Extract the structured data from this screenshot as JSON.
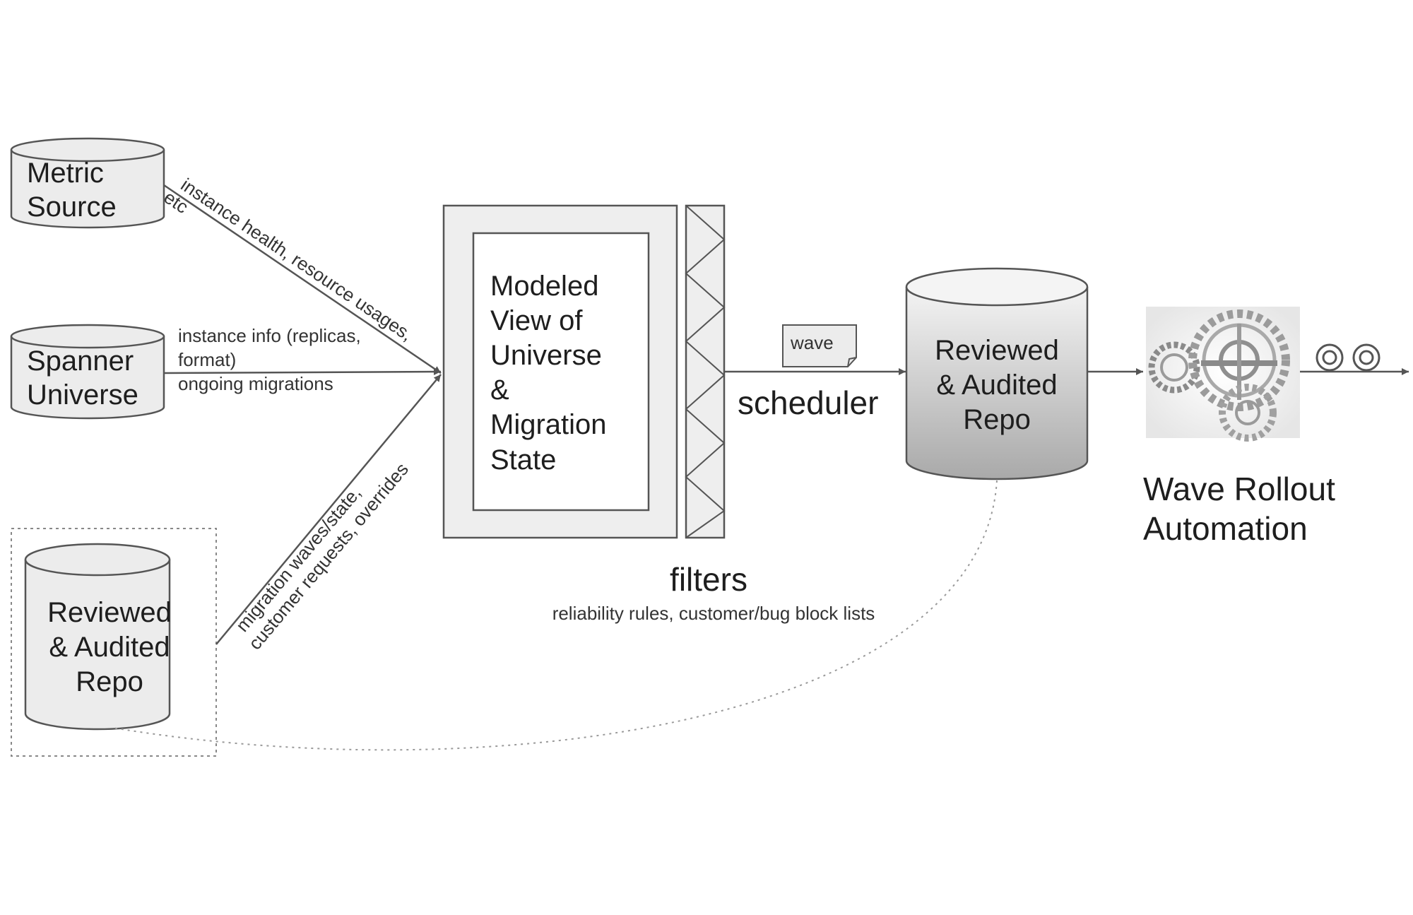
{
  "sources": {
    "metric_source": {
      "line1": "Metric",
      "line2": "Source"
    },
    "spanner_universe": {
      "line1": "Spanner",
      "line2": "Universe"
    },
    "source_repo": {
      "line1": "Reviewed",
      "line2": "& Audited",
      "line3": "Repo"
    }
  },
  "edge_labels": {
    "metric": {
      "line1": "instance health, resource usages,",
      "line2": "etc"
    },
    "spanner": {
      "line1": "instance info (replicas,",
      "line2": "format)",
      "line3": "ongoing migrations"
    },
    "repo": {
      "line1": "migration waves/state,",
      "line2": "customer requests, overrides"
    }
  },
  "model": {
    "line1": "Modeled",
    "line2": "View of",
    "line3": "Universe",
    "line4": "&",
    "line5": "Migration",
    "line6": "State"
  },
  "filters": {
    "title": "filters",
    "subtitle": "reliability rules, customer/bug block lists"
  },
  "scheduler": {
    "label": "scheduler",
    "note": "wave"
  },
  "target_repo": {
    "line1": "Reviewed",
    "line2": "& Audited",
    "line3": "Repo"
  },
  "automation": {
    "line1": "Wave Rollout",
    "line2": "Automation",
    "icon": "gears-icon"
  },
  "colors": {
    "stroke": "#555555",
    "fill": "#ececec",
    "text": "#1e1e1e"
  }
}
